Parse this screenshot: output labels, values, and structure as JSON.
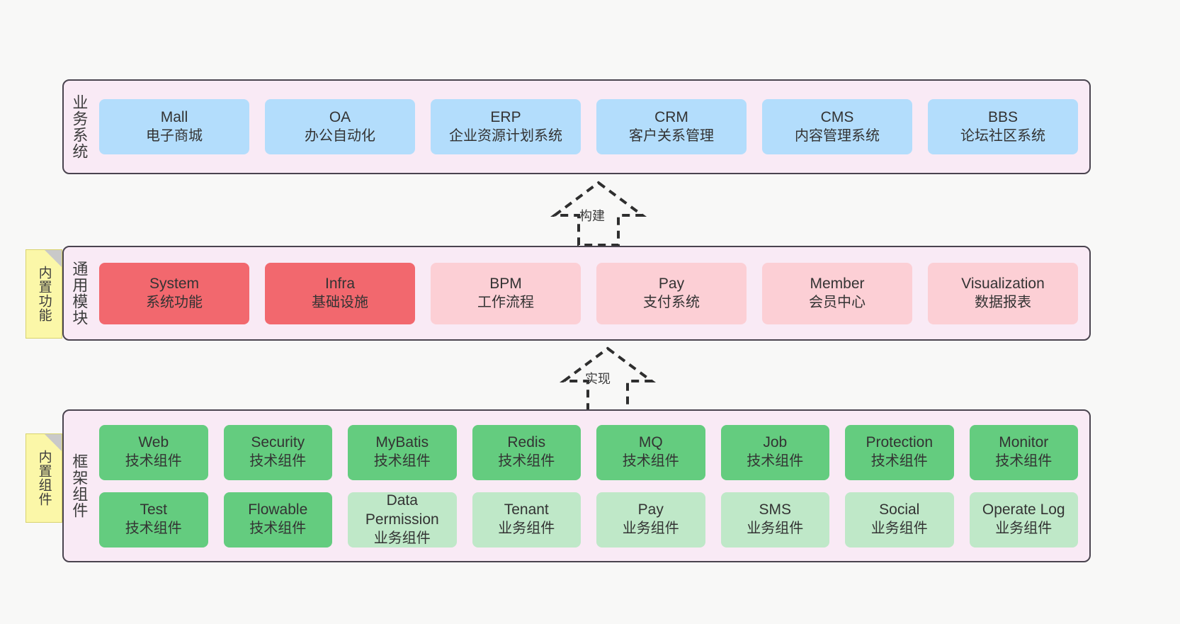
{
  "diagram": {
    "background_color": "#f8f8f7",
    "panel_color": "#f9eaf5",
    "panel_border_color": "#4a444f",
    "note_color": "#fbf7a8"
  },
  "layers": [
    {
      "id": "business",
      "title": "业务系统",
      "note": null,
      "rows": [
        {
          "items": [
            {
              "en": "Mall",
              "cn": "电子商城",
              "style": "blue"
            },
            {
              "en": "OA",
              "cn": "办公自动化",
              "style": "blue"
            },
            {
              "en": "ERP",
              "cn": "企业资源计划系统",
              "style": "blue"
            },
            {
              "en": "CRM",
              "cn": "客户关系管理",
              "style": "blue"
            },
            {
              "en": "CMS",
              "cn": "内容管理系统",
              "style": "blue"
            },
            {
              "en": "BBS",
              "cn": "论坛社区系统",
              "style": "blue"
            }
          ]
        }
      ]
    },
    {
      "id": "modules",
      "title": "通用模块",
      "note": "内置功能",
      "rows": [
        {
          "items": [
            {
              "en": "System",
              "cn": "系统功能",
              "style": "red"
            },
            {
              "en": "Infra",
              "cn": "基础设施",
              "style": "red"
            },
            {
              "en": "BPM",
              "cn": "工作流程",
              "style": "pink"
            },
            {
              "en": "Pay",
              "cn": "支付系统",
              "style": "pink"
            },
            {
              "en": "Member",
              "cn": "会员中心",
              "style": "pink"
            },
            {
              "en": "Visualization",
              "cn": "数据报表",
              "style": "pink"
            }
          ]
        }
      ]
    },
    {
      "id": "framework",
      "title": "框架组件",
      "note": "内置组件",
      "rows": [
        {
          "items": [
            {
              "en": "Web",
              "cn": "技术组件",
              "style": "green"
            },
            {
              "en": "Security",
              "cn": "技术组件",
              "style": "green"
            },
            {
              "en": "MyBatis",
              "cn": "技术组件",
              "style": "green"
            },
            {
              "en": "Redis",
              "cn": "技术组件",
              "style": "green"
            },
            {
              "en": "MQ",
              "cn": "技术组件",
              "style": "green"
            },
            {
              "en": "Job",
              "cn": "技术组件",
              "style": "green"
            },
            {
              "en": "Protection",
              "cn": "技术组件",
              "style": "green"
            },
            {
              "en": "Monitor",
              "cn": "技术组件",
              "style": "green"
            }
          ]
        },
        {
          "items": [
            {
              "en": "Test",
              "cn": "技术组件",
              "style": "green"
            },
            {
              "en": "Flowable",
              "cn": "技术组件",
              "style": "green"
            },
            {
              "en": "Data Permission",
              "cn": "业务组件",
              "style": "lightgreen"
            },
            {
              "en": "Tenant",
              "cn": "业务组件",
              "style": "lightgreen"
            },
            {
              "en": "Pay",
              "cn": "业务组件",
              "style": "lightgreen"
            },
            {
              "en": "SMS",
              "cn": "业务组件",
              "style": "lightgreen"
            },
            {
              "en": "Social",
              "cn": "业务组件",
              "style": "lightgreen"
            },
            {
              "en": "Operate Log",
              "cn": "业务组件",
              "style": "lightgreen"
            }
          ]
        }
      ]
    }
  ],
  "arrows": [
    {
      "id": "build",
      "label": "构建",
      "direction": "up",
      "style": "dashed-hollow-triangle"
    },
    {
      "id": "impl",
      "label": "实现",
      "direction": "up",
      "style": "dashed-hollow-triangle"
    }
  ]
}
